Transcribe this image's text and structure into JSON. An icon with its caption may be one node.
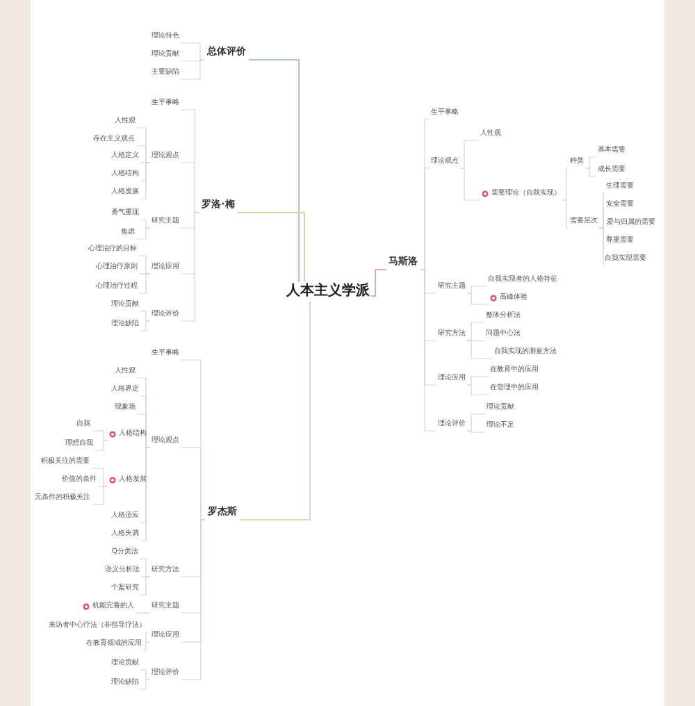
{
  "diagram": {
    "nodes": [
      {
        "text": [
          "人本主义学派"
        ]
      },
      {
        "text": [
          "总体评价"
        ]
      },
      {
        "text": [
          "理论特色"
        ]
      },
      {
        "text": [
          "理论贡献"
        ]
      },
      {
        "text": [
          "主要缺陷"
        ]
      },
      {
        "text": [
          "罗洛·梅"
        ]
      },
      {
        "text": [
          "生平事略"
        ]
      },
      {
        "text": [
          "理论观点"
        ]
      },
      {
        "text": [
          "人性观"
        ]
      },
      {
        "text": [
          "存在主义观点"
        ]
      },
      {
        "text": [
          "人格定义"
        ]
      },
      {
        "text": [
          "人格结构"
        ]
      },
      {
        "text": [
          "人格发展"
        ]
      },
      {
        "text": [
          "研究主题"
        ]
      },
      {
        "text": [
          "勇气重现"
        ]
      },
      {
        "text": [
          "焦虑"
        ]
      },
      {
        "text": [
          "理论应用"
        ]
      },
      {
        "text": [
          "心理治疗的目标"
        ]
      },
      {
        "text": [
          "心理治疗原则"
        ]
      },
      {
        "text": [
          "心理治疗过程"
        ]
      },
      {
        "text": [
          "理论评价"
        ]
      },
      {
        "text": [
          "理论贡献"
        ]
      },
      {
        "text": [
          "理论缺陷"
        ]
      },
      {
        "text": [
          "罗杰斯"
        ]
      },
      {
        "text": [
          "生平事略"
        ]
      },
      {
        "text": [
          "理论观点"
        ]
      },
      {
        "text": [
          "人性观"
        ]
      },
      {
        "text": [
          "人格界定"
        ]
      },
      {
        "text": [
          "现象场"
        ]
      },
      {
        "text": [
          "人格结构"
        ]
      },
      {
        "text": [
          "自我"
        ]
      },
      {
        "text": [
          "理想自我"
        ]
      },
      {
        "text": [
          "人格发展"
        ]
      },
      {
        "text": [
          "积极关注的需要"
        ]
      },
      {
        "text": [
          "价值的条件"
        ]
      },
      {
        "text": [
          "无条件的积极关注"
        ]
      },
      {
        "text": [
          "人格适应"
        ]
      },
      {
        "text": [
          "人格失调"
        ]
      },
      {
        "text": [
          "研究方法"
        ]
      },
      {
        "text": [
          "Q分类法"
        ]
      },
      {
        "text": [
          "语义分析法"
        ]
      },
      {
        "text": [
          "个案研究"
        ]
      },
      {
        "text": [
          "研究主题"
        ]
      },
      {
        "text": [
          "机能完善的人"
        ]
      },
      {
        "text": [
          "理论应用"
        ]
      },
      {
        "text": [
          "来访者中心疗法（非指导疗法）"
        ]
      },
      {
        "text": [
          "在教育领域的应用"
        ]
      },
      {
        "text": [
          "理论评价"
        ]
      },
      {
        "text": [
          "理论贡献"
        ]
      },
      {
        "text": [
          "理论缺陷"
        ]
      },
      {
        "text": [
          "马斯洛"
        ]
      },
      {
        "text": [
          "生平事略"
        ]
      },
      {
        "text": [
          "理论观点"
        ]
      },
      {
        "text": [
          "人性观"
        ]
      },
      {
        "text": [
          "需要理论（自我实现）"
        ]
      },
      {
        "text": [
          "种类"
        ]
      },
      {
        "text": [
          "基本需要"
        ]
      },
      {
        "text": [
          "成长需要"
        ]
      },
      {
        "text": [
          "需要层次"
        ]
      },
      {
        "text": [
          "生理需要"
        ]
      },
      {
        "text": [
          "安全需要"
        ]
      },
      {
        "text": [
          "爱与归属的需要"
        ]
      },
      {
        "text": [
          "尊重需要"
        ]
      },
      {
        "text": [
          "自我实现需要"
        ]
      },
      {
        "text": [
          "研究主题"
        ]
      },
      {
        "text": [
          "自我实现者的人格特征"
        ]
      },
      {
        "text": [
          "高峰体验"
        ]
      },
      {
        "text": [
          "研究方法"
        ]
      },
      {
        "text": [
          "整体分析法"
        ]
      },
      {
        "text": [
          "问题中心法"
        ]
      },
      {
        "text": [
          "自我实现的测量方法"
        ]
      },
      {
        "text": [
          "理论应用"
        ]
      },
      {
        "text": [
          "在教育中的应用"
        ]
      },
      {
        "text": [
          "在管理中的应用"
        ]
      },
      {
        "text": [
          "理论评价"
        ]
      },
      {
        "text": [
          "理论贡献"
        ]
      },
      {
        "text": [
          "理论不足"
        ]
      }
    ],
    "edges": [
      {
        "from": 0,
        "to": 1,
        "arrow": "none",
        "color": "#a9c4d6"
      },
      {
        "from": 0,
        "to": 5,
        "arrow": "none",
        "color": "#cfd6a8"
      },
      {
        "from": 0,
        "to": 23,
        "arrow": "none",
        "color": "#e6d6be"
      },
      {
        "from": 0,
        "to": 50,
        "arrow": "none",
        "color": "#e3a9ad"
      },
      {
        "from": 1,
        "to": 2,
        "arrow": "none"
      },
      {
        "from": 1,
        "to": 3,
        "arrow": "none"
      },
      {
        "from": 1,
        "to": 4,
        "arrow": "none"
      },
      {
        "from": 5,
        "to": 6,
        "arrow": "none"
      },
      {
        "from": 5,
        "to": 7,
        "arrow": "none"
      },
      {
        "from": 5,
        "to": 13,
        "arrow": "none"
      },
      {
        "from": 5,
        "to": 16,
        "arrow": "none"
      },
      {
        "from": 5,
        "to": 20,
        "arrow": "none"
      },
      {
        "from": 7,
        "to": 8,
        "arrow": "none"
      },
      {
        "from": 7,
        "to": 9,
        "arrow": "none"
      },
      {
        "from": 7,
        "to": 10,
        "arrow": "none"
      },
      {
        "from": 7,
        "to": 11,
        "arrow": "none"
      },
      {
        "from": 7,
        "to": 12,
        "arrow": "none"
      },
      {
        "from": 13,
        "to": 14,
        "arrow": "none"
      },
      {
        "from": 13,
        "to": 15,
        "arrow": "none"
      },
      {
        "from": 16,
        "to": 17,
        "arrow": "none"
      },
      {
        "from": 16,
        "to": 18,
        "arrow": "none"
      },
      {
        "from": 16,
        "to": 19,
        "arrow": "none"
      },
      {
        "from": 20,
        "to": 21,
        "arrow": "none"
      },
      {
        "from": 20,
        "to": 22,
        "arrow": "none"
      },
      {
        "from": 23,
        "to": 24,
        "arrow": "none"
      },
      {
        "from": 23,
        "to": 25,
        "arrow": "none"
      },
      {
        "from": 23,
        "to": 38,
        "arrow": "none"
      },
      {
        "from": 23,
        "to": 42,
        "arrow": "none"
      },
      {
        "from": 23,
        "to": 44,
        "arrow": "none"
      },
      {
        "from": 23,
        "to": 47,
        "arrow": "none"
      },
      {
        "from": 25,
        "to": 26,
        "arrow": "none"
      },
      {
        "from": 25,
        "to": 27,
        "arrow": "none"
      },
      {
        "from": 25,
        "to": 28,
        "arrow": "none"
      },
      {
        "from": 25,
        "to": 29,
        "arrow": "none"
      },
      {
        "from": 25,
        "to": 32,
        "arrow": "none"
      },
      {
        "from": 25,
        "to": 36,
        "arrow": "none"
      },
      {
        "from": 25,
        "to": 37,
        "arrow": "none"
      },
      {
        "from": 29,
        "to": 30,
        "arrow": "none"
      },
      {
        "from": 29,
        "to": 31,
        "arrow": "none"
      },
      {
        "from": 32,
        "to": 33,
        "arrow": "none"
      },
      {
        "from": 32,
        "to": 34,
        "arrow": "none"
      },
      {
        "from": 32,
        "to": 35,
        "arrow": "none"
      },
      {
        "from": 38,
        "to": 39,
        "arrow": "none"
      },
      {
        "from": 38,
        "to": 40,
        "arrow": "none"
      },
      {
        "from": 38,
        "to": 41,
        "arrow": "none"
      },
      {
        "from": 42,
        "to": 43,
        "arrow": "none"
      },
      {
        "from": 44,
        "to": 45,
        "arrow": "none"
      },
      {
        "from": 44,
        "to": 46,
        "arrow": "none"
      },
      {
        "from": 47,
        "to": 48,
        "arrow": "none"
      },
      {
        "from": 47,
        "to": 49,
        "arrow": "none"
      },
      {
        "from": 50,
        "to": 51,
        "arrow": "none"
      },
      {
        "from": 50,
        "to": 52,
        "arrow": "none"
      },
      {
        "from": 50,
        "to": 64,
        "arrow": "none"
      },
      {
        "from": 50,
        "to": 67,
        "arrow": "none"
      },
      {
        "from": 50,
        "to": 71,
        "arrow": "none"
      },
      {
        "from": 50,
        "to": 74,
        "arrow": "none"
      },
      {
        "from": 52,
        "to": 53,
        "arrow": "none"
      },
      {
        "from": 52,
        "to": 54,
        "arrow": "none"
      },
      {
        "from": 54,
        "to": 55,
        "arrow": "none"
      },
      {
        "from": 54,
        "to": 58,
        "arrow": "none"
      },
      {
        "from": 55,
        "to": 56,
        "arrow": "none"
      },
      {
        "from": 55,
        "to": 57,
        "arrow": "none"
      },
      {
        "from": 58,
        "to": 59,
        "arrow": "none"
      },
      {
        "from": 58,
        "to": 60,
        "arrow": "none"
      },
      {
        "from": 58,
        "to": 61,
        "arrow": "none"
      },
      {
        "from": 58,
        "to": 62,
        "arrow": "none"
      },
      {
        "from": 58,
        "to": 63,
        "arrow": "none"
      },
      {
        "from": 64,
        "to": 65,
        "arrow": "none"
      },
      {
        "from": 64,
        "to": 66,
        "arrow": "none"
      },
      {
        "from": 67,
        "to": 68,
        "arrow": "none"
      },
      {
        "from": 67,
        "to": 69,
        "arrow": "none"
      },
      {
        "from": 67,
        "to": 70,
        "arrow": "none"
      },
      {
        "from": 71,
        "to": 72,
        "arrow": "none"
      },
      {
        "from": 71,
        "to": 73,
        "arrow": "none"
      },
      {
        "from": 74,
        "to": 75,
        "arrow": "none"
      },
      {
        "from": 74,
        "to": 76,
        "arrow": "none"
      }
    ]
  }
}
